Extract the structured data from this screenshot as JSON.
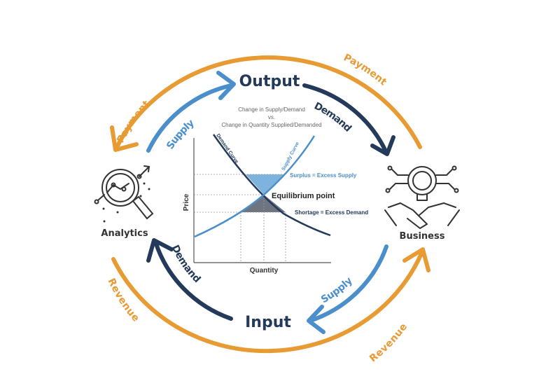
{
  "nodes": {
    "output": "Output",
    "input": "Input",
    "analytics": "Analytics",
    "business": "Business"
  },
  "flows": {
    "payment_left": "Payment",
    "payment_right": "Payment",
    "revenue_left": "Revenue",
    "revenue_right": "Revenue",
    "supply_top": "Supply",
    "demand_top": "Demand",
    "supply_bottom": "Supply",
    "demand_bottom": "Demand"
  },
  "chart": {
    "title_line1": "Change in Supply/Demand",
    "title_line2": "vs.",
    "title_line3": "Change in Quantity Supplied/Demanded",
    "xlabel": "Quantity",
    "ylabel": "Price",
    "demand_curve": "Demand Curve",
    "supply_curve": "Supply Curve",
    "surplus": "Surplus = Excess Supply",
    "equilibrium": "Equilibrium point",
    "shortage": "Shortage = Excess Demand"
  },
  "colors": {
    "orange": "#E89A33",
    "blue": "#4A8FCB",
    "navy": "#243A5A",
    "text": "#333333",
    "surplus_fill": "#7DB3DC",
    "shortage_fill": "#6E7480"
  }
}
